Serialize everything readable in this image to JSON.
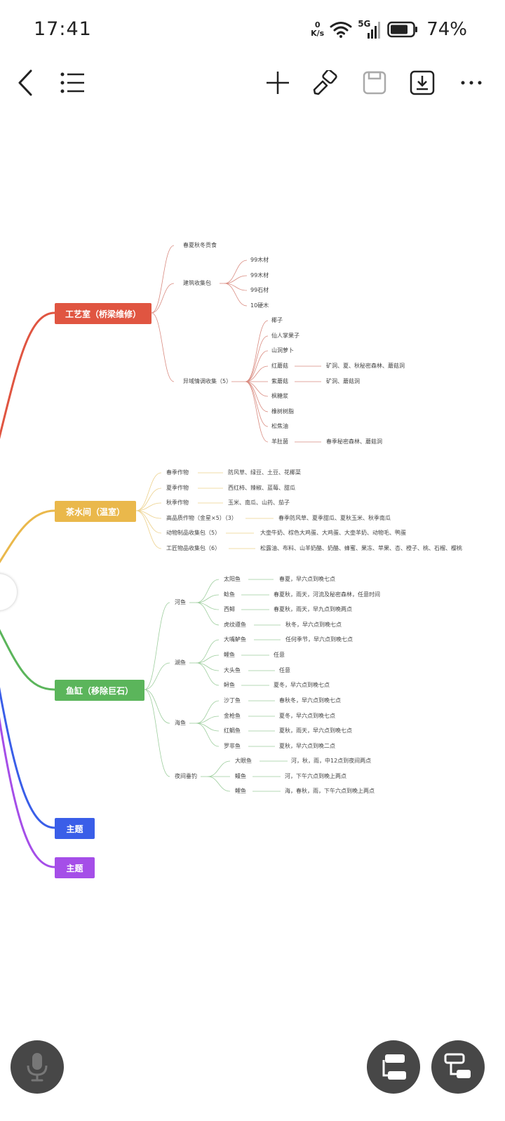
{
  "status": {
    "time": "17:41",
    "net_speed_value": "0",
    "net_speed_unit": "K/s",
    "network": "5G",
    "battery": "74%"
  },
  "toolbar": {
    "icons": [
      "back-icon",
      "outline-list-icon",
      "add-icon",
      "format-brush-icon",
      "save-icon",
      "download-icon",
      "more-icon"
    ]
  },
  "mindmap": {
    "workshop": {
      "title": "工艺室（桥梁维修）",
      "color": "#e05541",
      "n1": "春夏秋冬贡食",
      "n2": "建筑收集包",
      "n2a": "99木材",
      "n2b": "99木材",
      "n2c": "99石材",
      "n2d": "10硬木",
      "n3": "异域情调收集（5）",
      "n3a": "椰子",
      "n3b": "仙人掌果子",
      "n3c": "山洞萝卜",
      "n3d": "红蘑菇",
      "n3d_detail": "矿洞、夏、秋秘密森林、蘑菇洞",
      "n3e": "紫蘑菇",
      "n3e_detail": "矿洞、蘑菇洞",
      "n3f": "枫糖浆",
      "n3g": "橡树树脂",
      "n3h": "松焦油",
      "n3i": "羊肚菌",
      "n3i_detail": "春季秘密森林、蘑菇洞"
    },
    "teahouse": {
      "title": "茶水间（温室）",
      "color": "#eab84b",
      "r1": "春季作物",
      "r1_detail": "防风草、绿豆、土豆、花椰菜",
      "r2": "夏季作物",
      "r2_detail": "西红柿、辣椒、蓝莓、甜瓜",
      "r3": "秋季作物",
      "r3_detail": "玉米、南瓜、山药、茄子",
      "r4": "高品质作物（金星×5）（3）",
      "r4_detail": "春季防风草、夏季甜瓜、夏秋玉米、秋季南瓜",
      "r5": "动物制品收集包（5）",
      "r5_detail": "大壶牛奶、棕色大鸡蛋、大鸡蛋、大壶羊奶、动物毛、鸭蛋",
      "r6": "工匠物品收集包（6）",
      "r6_detail": "松露油、布料、山羊奶酪、奶酪、蜂蜜、果冻、苹果、杏、橙子、桃、石榴、樱桃"
    },
    "aquarium": {
      "title": "鱼缸（移除巨石）",
      "color": "#5bb55b",
      "g1": "河鱼",
      "g1a": "太阳鱼",
      "g1a_d": "春夏，早六点到晚七点",
      "g1b": "鲶鱼",
      "g1b_d": "春夏秋，雨天，河流及秘密森林，任意时间",
      "g1c": "西鲱",
      "g1c_d": "春夏秋，雨天，早九点到晚两点",
      "g1d": "虎纹遵鱼",
      "g1d_d": "秋冬，早六点到晚七点",
      "g2": "湖鱼",
      "g2a": "大嘴鲈鱼",
      "g2a_d": "任何季节，早六点到晚七点",
      "g2b": "鲤鱼",
      "g2b_d": "任意",
      "g2c": "大头鱼",
      "g2c_d": "任意",
      "g2d": "鲟鱼",
      "g2d_d": "夏冬，早六点到晚七点",
      "g3": "海鱼",
      "g3a": "沙丁鱼",
      "g3a_d": "春秋冬，早六点到晚七点",
      "g3b": "金枪鱼",
      "g3b_d": "夏冬，早六点到晚七点",
      "g3c": "红鲷鱼",
      "g3c_d": "夏秋，雨天，早六点到晚七点",
      "g3d": "罗非鱼",
      "g3d_d": "夏秋，早六点到晚二点",
      "g4": "夜间垂钓",
      "g4a": "大眼鱼",
      "g4a_d": "河，秋，雨，中12点到夜间两点",
      "g4b": "鳗鱼",
      "g4b_d": "河，下午六点到晚上两点",
      "g4c": "鲤鱼",
      "g4c_d": "海，春秋，雨，下午六点到晚上两点"
    },
    "topic4": {
      "title": "主题",
      "color": "#3a5ee8"
    },
    "topic5": {
      "title": "主题",
      "color": "#a54ee8"
    }
  },
  "bottom": {
    "icons": [
      "microphone-icon",
      "layout-icon",
      "subtopic-icon"
    ]
  }
}
